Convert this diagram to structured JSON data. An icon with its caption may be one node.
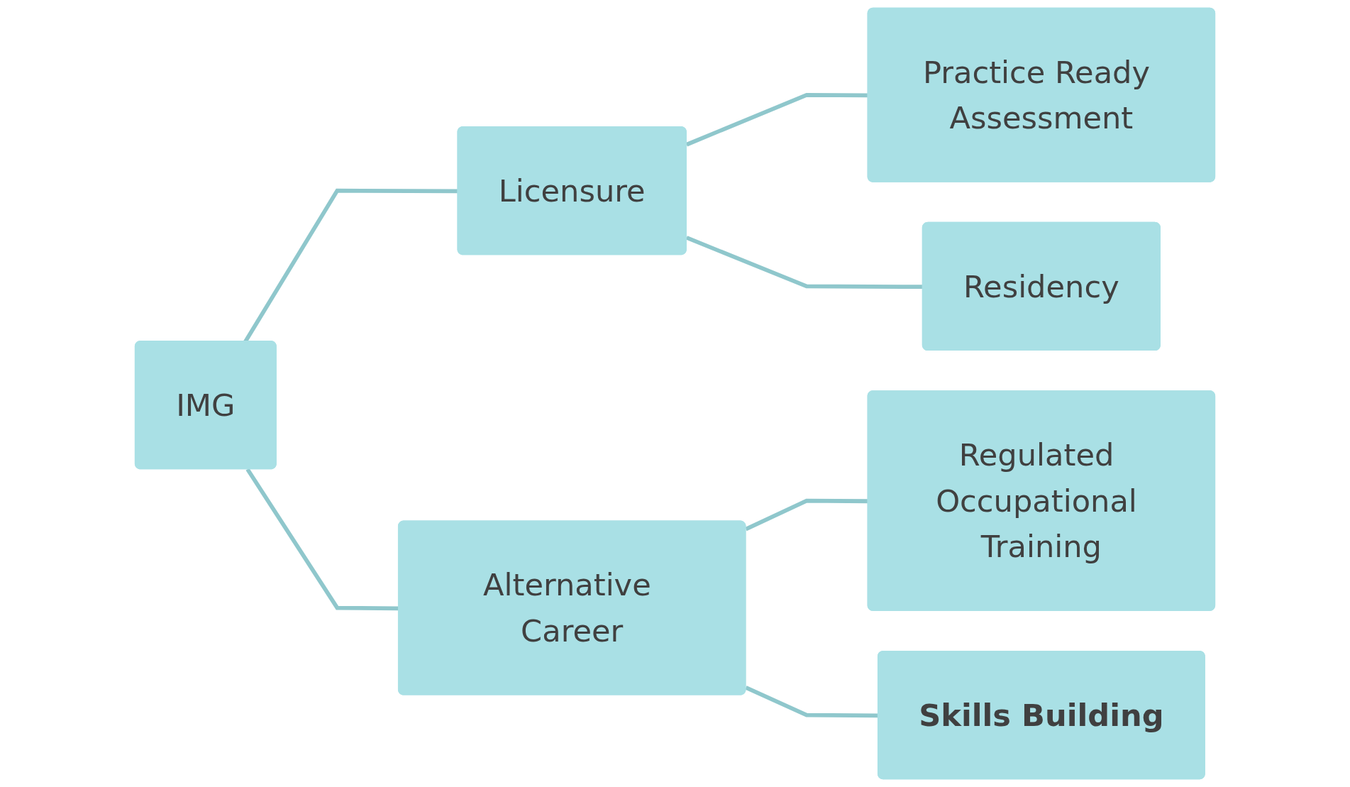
{
  "diagram": {
    "nodes": [
      {
        "text": [
          "IMG"
        ]
      },
      {
        "text": [
          "Licensure"
        ]
      },
      {
        "text": [
          "Alternative Career"
        ]
      },
      {
        "text": [
          "Practice Ready Assessment"
        ]
      },
      {
        "text": [
          "Residency"
        ]
      },
      {
        "text": [
          "Regulated Occupational Training"
        ]
      },
      {
        "text": [
          "Skills Building"
        ]
      }
    ],
    "edges": [
      {
        "from": 0,
        "to": 1,
        "arrow": "none"
      },
      {
        "from": 0,
        "to": 2,
        "arrow": "none"
      },
      {
        "from": 1,
        "to": 3,
        "arrow": "none"
      },
      {
        "from": 1,
        "to": 4,
        "arrow": "none"
      },
      {
        "from": 2,
        "to": 5,
        "arrow": "none"
      },
      {
        "from": 2,
        "to": 6,
        "arrow": "none"
      }
    ]
  }
}
